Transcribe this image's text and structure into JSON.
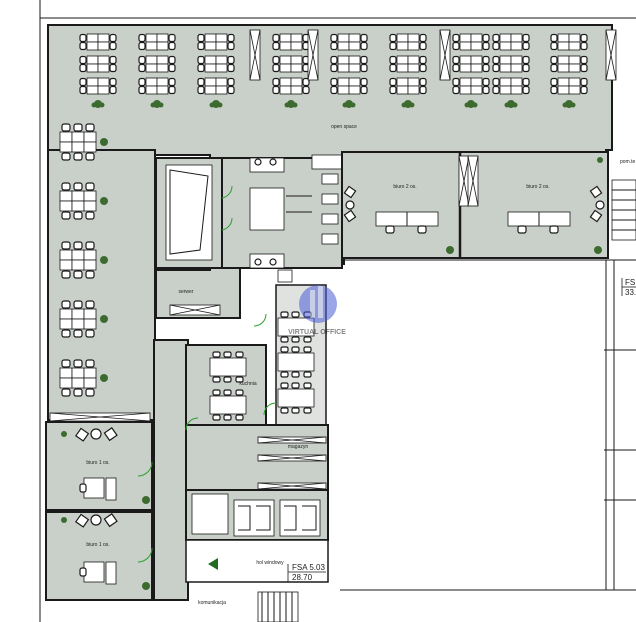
{
  "plan": {
    "labels": {
      "open_space": "open space",
      "biuro_2a": "biuro 2 os.",
      "biuro_2b": "biuro 2 os.",
      "pom_te": "pom.te",
      "serwer": "serwer",
      "kuchnia": "kuchnia",
      "magazyn": "magazyn",
      "biuro_1a": "biuro 1 os.",
      "biuro_1b": "biuro 1 os.",
      "hol_windowy": "hol windowy",
      "komunikacja": "komunikacja",
      "fsa_main": "FSA 5.03",
      "fsa_area": "28.70",
      "fsa_right": "FS",
      "fsa_right_area": "33."
    },
    "watermark": "VIRTUAL OFFICE",
    "colors": {
      "room_fill": "#c9d0c9",
      "plant": "#3d6b2f",
      "door": "#2aa02a",
      "watermark": "#4b5fd6"
    }
  }
}
